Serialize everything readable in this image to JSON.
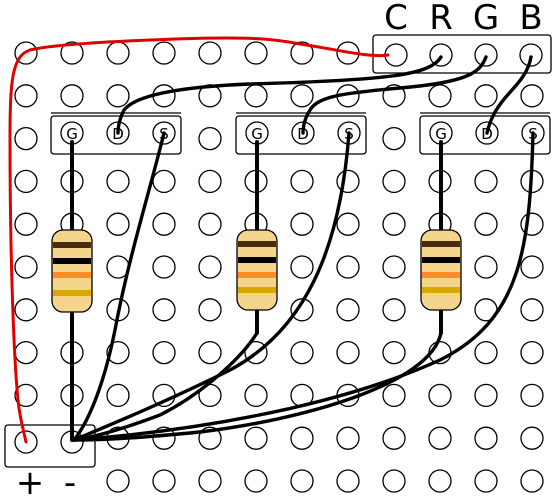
{
  "connector_labels": [
    "C",
    "R",
    "G",
    "B"
  ],
  "transistor_pins": [
    "G",
    "D",
    "S"
  ],
  "transistor_count": 3,
  "power_labels": {
    "plus": "+",
    "minus": "-"
  },
  "colors": {
    "positive_wire": "#e00000",
    "ground_wire": "#000000",
    "resistor_body": "#f5d58c",
    "resistor_bands": [
      "#4a2a12",
      "#000000",
      "#ff8c2a",
      "#d9a800"
    ]
  },
  "grid": {
    "columns": 12,
    "rows": 11
  }
}
